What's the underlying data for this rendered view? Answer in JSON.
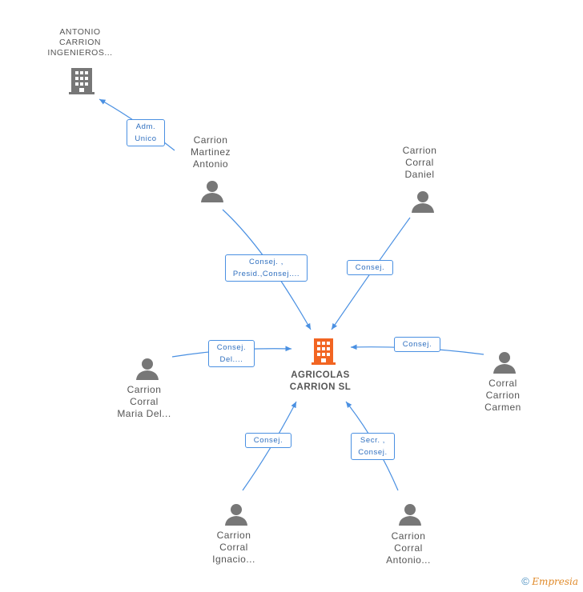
{
  "center": {
    "name_lines": [
      "AGRICOLAS",
      "CARRION SL"
    ]
  },
  "company": {
    "name_lines": [
      "ANTONIO",
      "CARRION",
      "INGENIEROS..."
    ]
  },
  "persons": [
    {
      "id": "p1",
      "name_lines": [
        "Carrion",
        "Martinez",
        "Antonio"
      ]
    },
    {
      "id": "p2",
      "name_lines": [
        "Carrion",
        "Corral",
        "Daniel"
      ]
    },
    {
      "id": "p3",
      "name_lines": [
        "Carrion",
        "Corral",
        "Maria Del..."
      ]
    },
    {
      "id": "p4",
      "name_lines": [
        "Corral",
        "Carrion",
        "Carmen"
      ]
    },
    {
      "id": "p5",
      "name_lines": [
        "Carrion",
        "Corral",
        "Ignacio..."
      ]
    },
    {
      "id": "p6",
      "name_lines": [
        "Carrion",
        "Corral",
        "Antonio..."
      ]
    }
  ],
  "roles": [
    {
      "id": "r0",
      "lines": [
        "Adm.",
        "Unico"
      ]
    },
    {
      "id": "r1",
      "lines": [
        "Consej. ,",
        "Presid.,Consej...."
      ]
    },
    {
      "id": "r2",
      "lines": [
        "Consej."
      ]
    },
    {
      "id": "r3",
      "lines": [
        "Consej.",
        "Del...."
      ]
    },
    {
      "id": "r4",
      "lines": [
        "Consej."
      ]
    },
    {
      "id": "r5",
      "lines": [
        "Consej."
      ]
    },
    {
      "id": "r6",
      "lines": [
        "Secr. ,",
        "Consej."
      ]
    }
  ],
  "footer": {
    "copyright": "©",
    "brand": "Empresia"
  },
  "colors": {
    "edge": "#4a90e2",
    "center_icon": "#f26522",
    "node_icon": "#777777"
  },
  "icons": {
    "company": "building-icon",
    "person": "person-icon"
  }
}
